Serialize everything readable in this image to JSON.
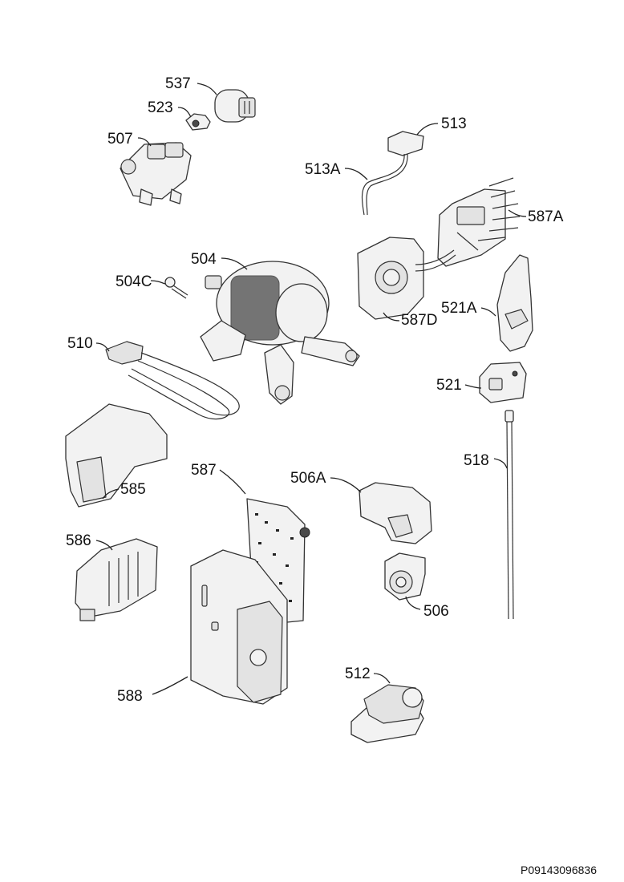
{
  "parts": [
    {
      "ref": "537"
    },
    {
      "ref": "523"
    },
    {
      "ref": "507"
    },
    {
      "ref": "513"
    },
    {
      "ref": "513A"
    },
    {
      "ref": "587A"
    },
    {
      "ref": "504"
    },
    {
      "ref": "504C"
    },
    {
      "ref": "587D"
    },
    {
      "ref": "521A"
    },
    {
      "ref": "510"
    },
    {
      "ref": "521"
    },
    {
      "ref": "585"
    },
    {
      "ref": "518"
    },
    {
      "ref": "587"
    },
    {
      "ref": "506A"
    },
    {
      "ref": "586"
    },
    {
      "ref": "506"
    },
    {
      "ref": "512"
    },
    {
      "ref": "588"
    }
  ],
  "drawing_code": "P09143096836"
}
